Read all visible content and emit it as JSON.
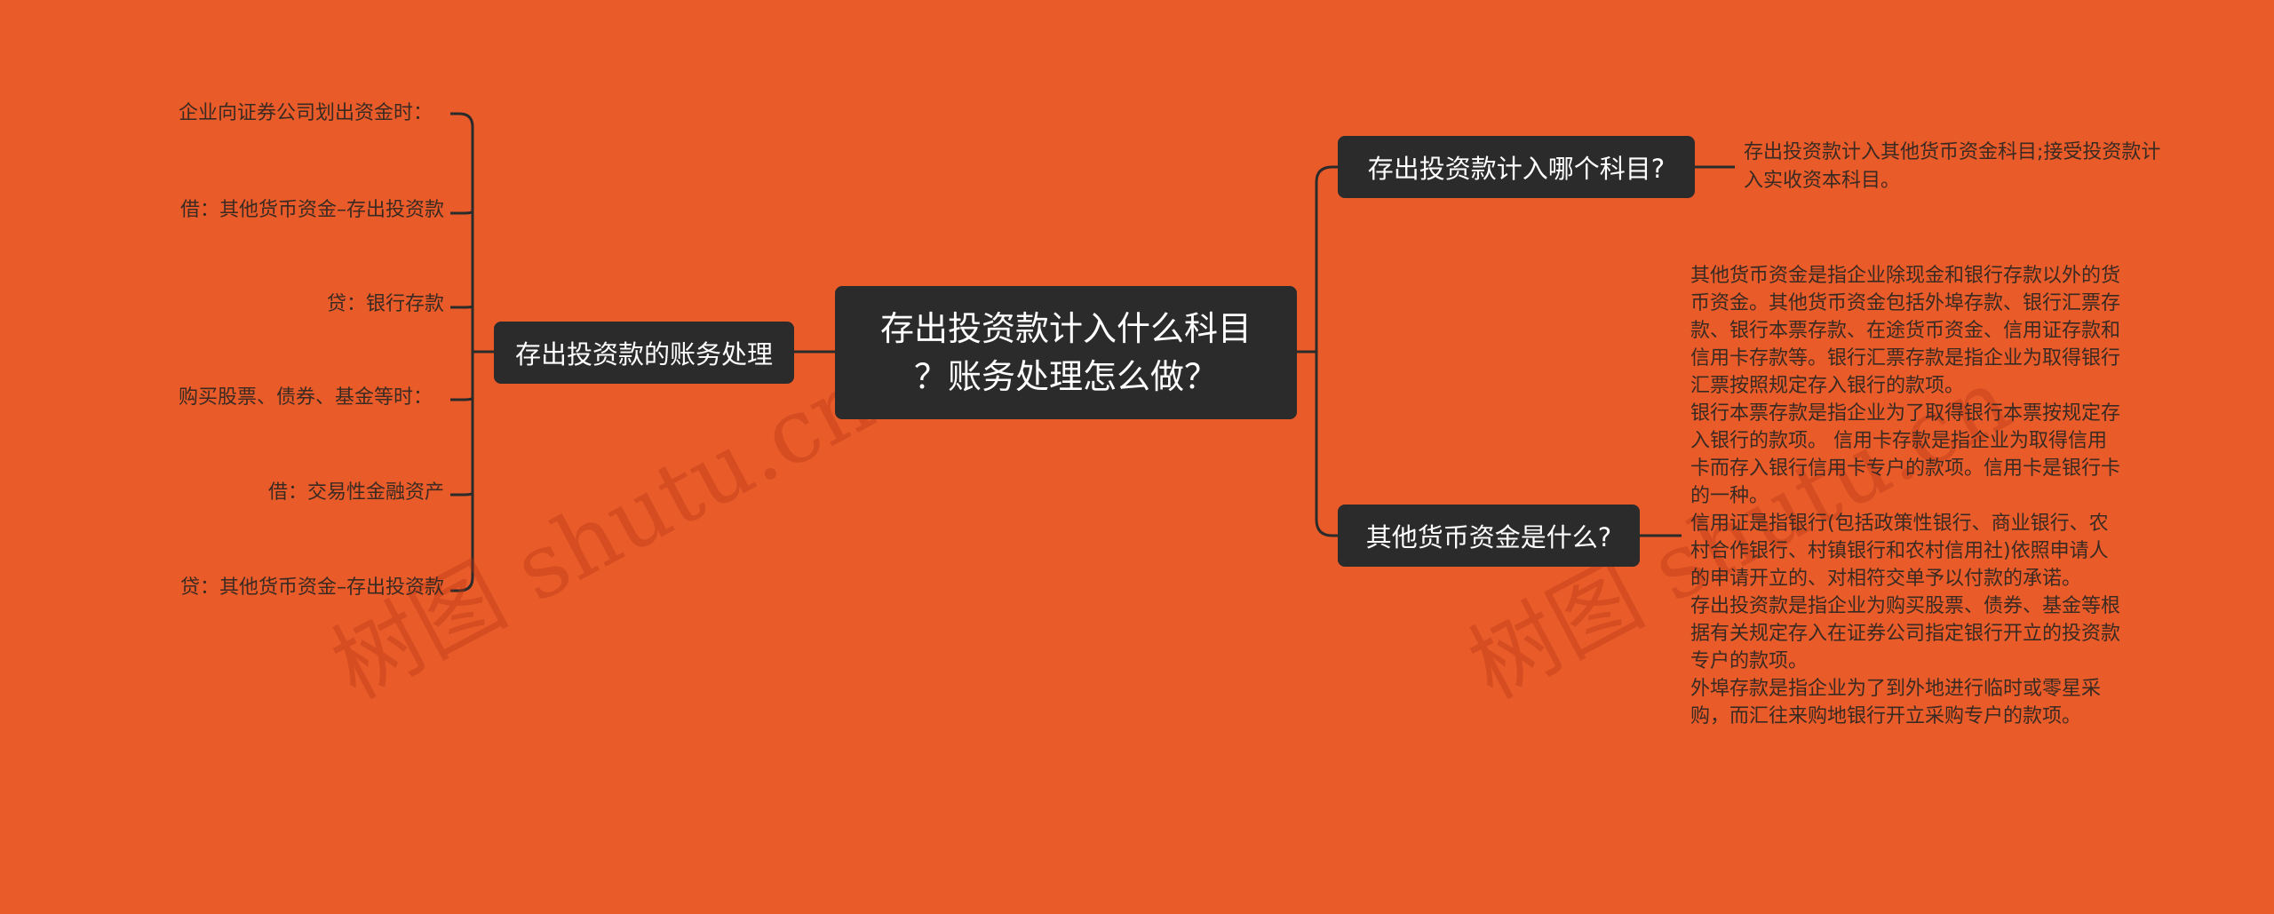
{
  "root": {
    "line1": "存出投资款计入什么科目",
    "line2": "？账务处理怎么做？"
  },
  "left_branch": {
    "label": "存出投资款的账务处理",
    "leaves": [
      "企业向证券公司划出资金时：",
      "借：其他货币资金–存出投资款",
      "贷：银行存款",
      "购买股票、债券、基金等时：",
      "借：交易性金融资产",
      "贷：其他货币资金–存出投资款"
    ]
  },
  "right_branch_1": {
    "label": "存出投资款计入哪个科目?",
    "leaf": "存出投资款计入其他货币资金科目;接受投资款计入实收资本科目。"
  },
  "right_branch_2": {
    "label": "其他货币资金是什么?",
    "paragraphs": [
      "其他货币资金是指企业除现金和银行存款以外的货币资金。其他货币资金包括外埠存款、银行汇票存款、银行本票存款、在途货币资金、信用证存款和信用卡存款等。银行汇票存款是指企业为取得银行汇票按照规定存入银行的款项。",
      "银行本票存款是指企业为了取得银行本票按规定存入银行的款项。 信用卡存款是指企业为取得信用卡而存入银行信用卡专户的款项。信用卡是银行卡的一种。",
      "信用证是指银行(包括政策性银行、商业银行、农村合作银行、村镇银行和农村信用社)依照申请人的申请开立的、对相符交单予以付款的承诺。",
      "存出投资款是指企业为购买股票、债券、基金等根据有关规定存入在证券公司指定银行开立的投资款专户的款项。",
      "外埠存款是指企业为了到外地进行临时或零星采购，而汇往来购地银行开立采购专户的款项。"
    ]
  },
  "watermark": "树图 shutu.cn",
  "colors": {
    "background": "#E95C2A",
    "node": "#2B2B2B",
    "line": "#2B2B2B"
  }
}
